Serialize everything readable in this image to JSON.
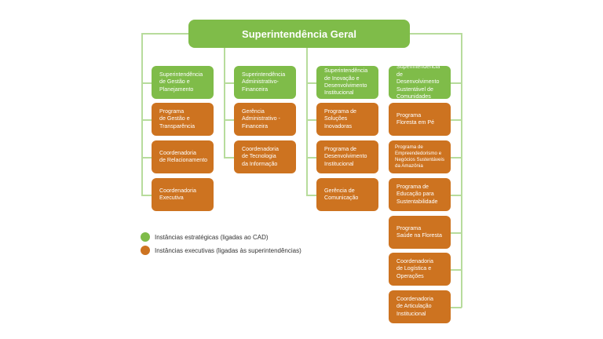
{
  "title": "Superintendência Geral",
  "colors": {
    "strategic": "#7fbc49",
    "executive": "#cd7320",
    "connector": "#b7dc9c"
  },
  "columns": [
    {
      "nodes": [
        {
          "label": "Superintendência\nde Gestão e\nPlanejamento",
          "type": "strategic"
        },
        {
          "label": "Programa\nde Gestão e\nTransparência",
          "type": "executive"
        },
        {
          "label": "Coordenadoria\nde Relacionamento",
          "type": "executive"
        },
        {
          "label": "Coordenadoria\nExecutiva",
          "type": "executive"
        }
      ]
    },
    {
      "nodes": [
        {
          "label": "Superintendência\nAdministrativo-\nFinanceira",
          "type": "strategic"
        },
        {
          "label": "Gerência\nAdministrativo -\nFinanceira",
          "type": "executive"
        },
        {
          "label": "Coordenadoria\nde Tecnologia\nda Informação",
          "type": "executive"
        }
      ]
    },
    {
      "nodes": [
        {
          "label": "Superintendência\nde Inovação e\nDesenvolvimento\nInstitucional",
          "type": "strategic"
        },
        {
          "label": "Programa de\nSoluções\nInovadoras",
          "type": "executive"
        },
        {
          "label": "Programa de\nDesenvolvimento\nInstitucional",
          "type": "executive"
        },
        {
          "label": "Gerência de\nComunicação",
          "type": "executive"
        }
      ]
    },
    {
      "nodes": [
        {
          "label": "Superintendência\nde Desenvolvimento\nSustentável de\nComunidades",
          "type": "strategic"
        },
        {
          "label": "Programa\nFloresta em Pé",
          "type": "executive"
        },
        {
          "label": "Programa de\nEmpreendedorismo e\nNegócios Sustentáveis\nda Amazônia",
          "type": "executive",
          "small": true
        },
        {
          "label": "Programa de\nEducação para\nSustentabilidade",
          "type": "executive"
        },
        {
          "label": "Programa\nSaúde na Floresta",
          "type": "executive"
        },
        {
          "label": "Coordenadoria\nde Logística e\nOperações",
          "type": "executive"
        },
        {
          "label": "Coordenadoria\nde Articulação\nInstitucional",
          "type": "executive"
        }
      ]
    }
  ],
  "legend": [
    {
      "label": "Instâncias estratégicas (ligadas ao CAD)",
      "type": "strategic"
    },
    {
      "label": "Instâncias executivas (ligadas às superintendências)",
      "type": "executive"
    }
  ]
}
